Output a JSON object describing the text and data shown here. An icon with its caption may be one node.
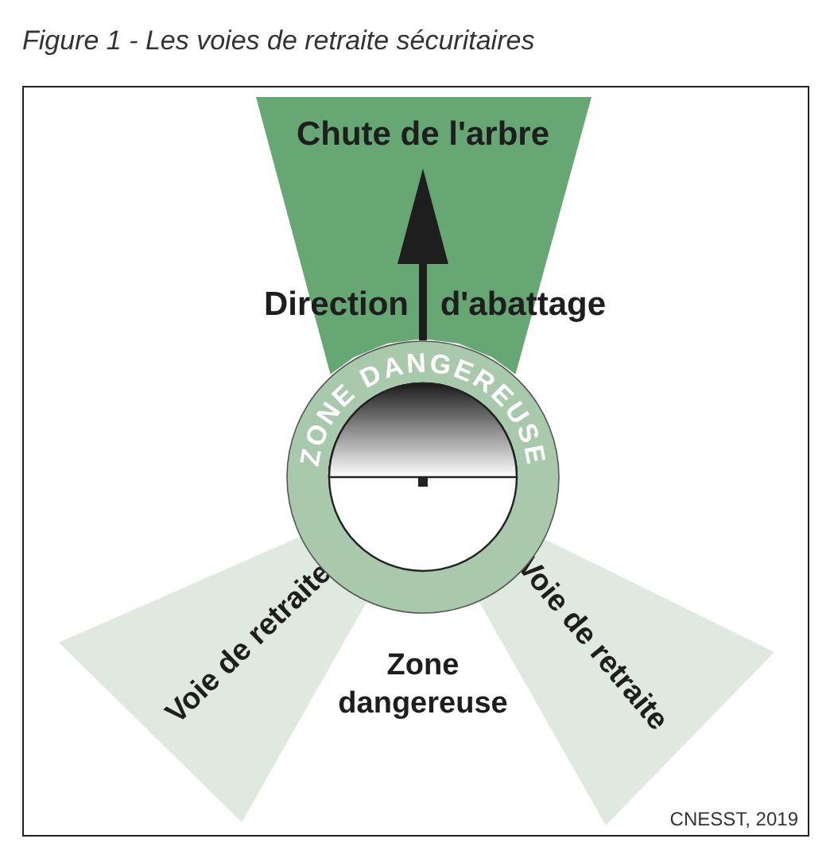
{
  "diagram": {
    "title": "Figure 1 - Les voies de retraite sécuritaires",
    "caption": "CNESST, 2019",
    "nodes": [
      {
        "text": [
          "Chute de l'arbre"
        ]
      },
      {
        "text": [
          "ZONE DANGEREUSE"
        ]
      },
      {
        "text": [
          "Voie de retraite"
        ]
      },
      {
        "text": [
          "Voie de retraite"
        ]
      }
    ],
    "labels": [
      "Direction d'abattage",
      "Zone dangereuse"
    ]
  }
}
